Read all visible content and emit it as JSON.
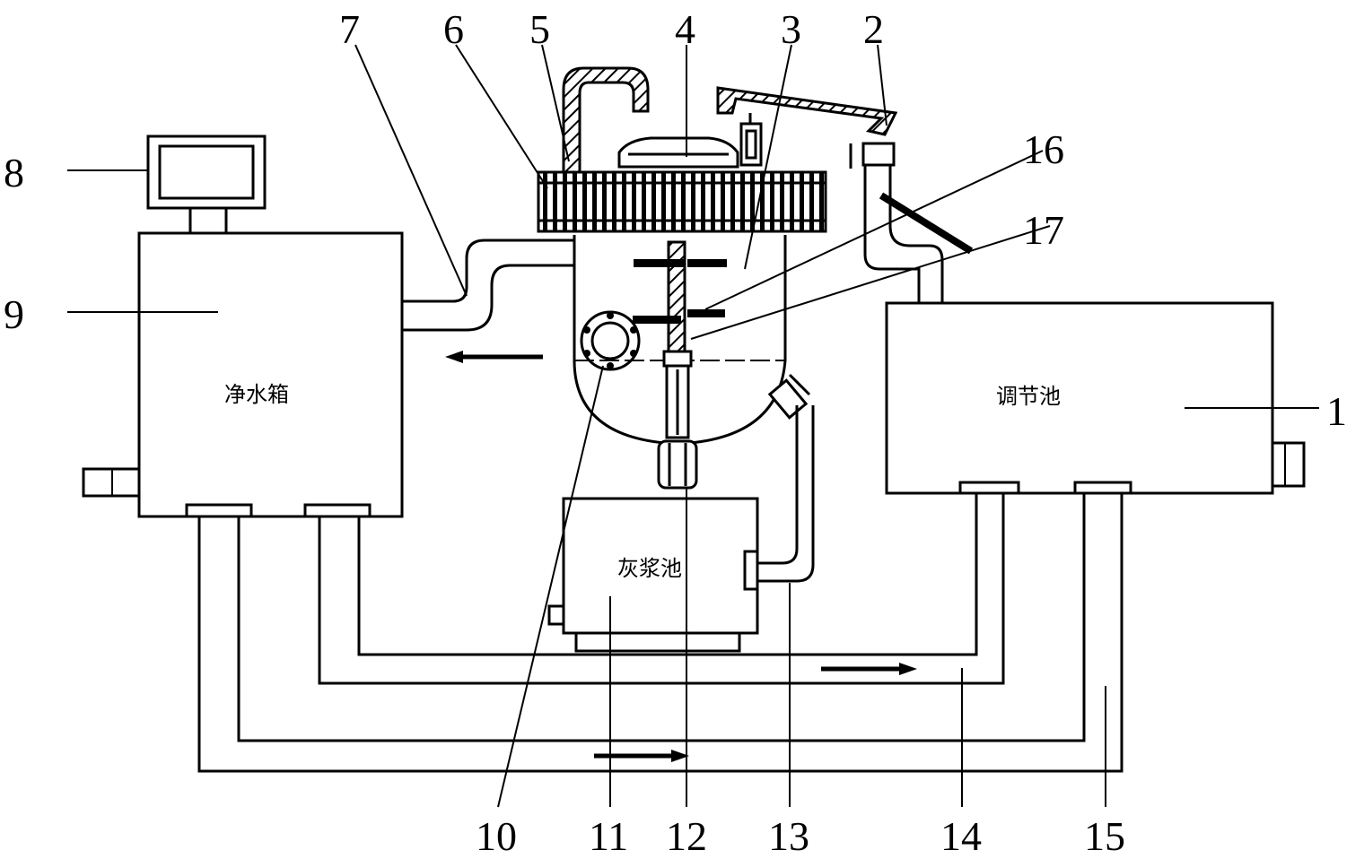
{
  "labels": {
    "l1": "1",
    "l2": "2",
    "l3": "3",
    "l4": "4",
    "l5": "5",
    "l6": "6",
    "l7": "7",
    "l8": "8",
    "l9": "9",
    "l10": "10",
    "l11": "11",
    "l12": "12",
    "l13": "13",
    "l14": "14",
    "l15": "15",
    "l16": "16",
    "l17": "17"
  },
  "tanks": {
    "clean_water_tank": "净水箱",
    "regulating_tank": "调节池",
    "slurry_tank": "灰浆池"
  }
}
